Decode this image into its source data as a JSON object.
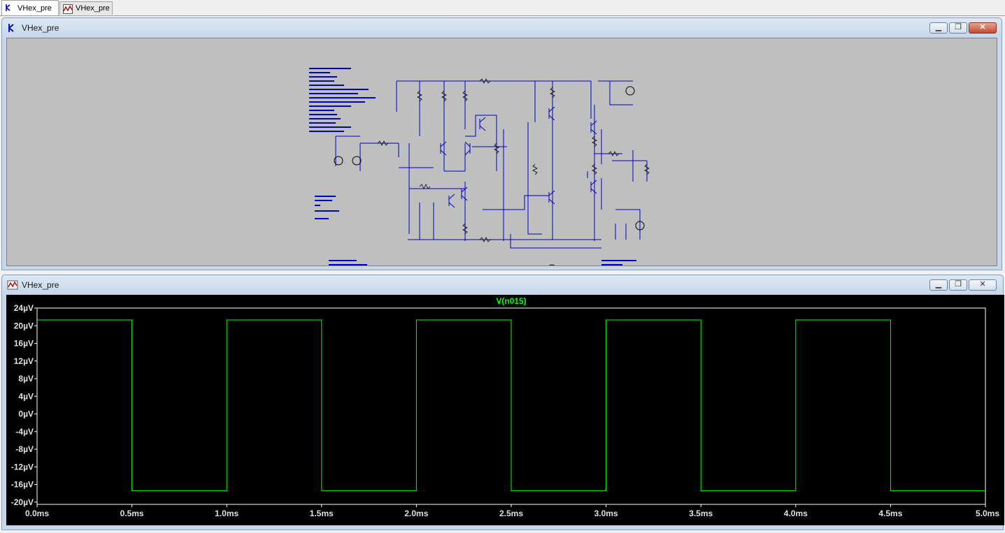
{
  "tabs": [
    {
      "label": "VHex_pre",
      "icon": "schematic-icon",
      "active": true
    },
    {
      "label": "VHex_pre",
      "icon": "waveform-icon",
      "active": false
    }
  ],
  "schematic_window": {
    "title": "VHex_pre",
    "icon": "schematic-icon"
  },
  "plot_window": {
    "title": "VHex_pre",
    "icon": "waveform-icon"
  },
  "window_buttons": {
    "minimize": "▁",
    "restore": "❐",
    "close": "✕"
  },
  "colors": {
    "schematic_bg": "#bfbfbf",
    "wire": "#0000c8",
    "plot_bg": "#000000",
    "trace": "#00ff00",
    "plot_frame": "#ffffff"
  },
  "chart_data": {
    "type": "line",
    "title": "V(n015)",
    "xlabel": "",
    "ylabel": "",
    "x_ticks": [
      "0.0ms",
      "0.5ms",
      "1.0ms",
      "1.5ms",
      "2.0ms",
      "2.5ms",
      "3.0ms",
      "3.5ms",
      "4.0ms",
      "4.5ms",
      "5.0ms"
    ],
    "y_ticks": [
      "24µV",
      "20µV",
      "16µV",
      "12µV",
      "8µV",
      "4µV",
      "0µV",
      "-4µV",
      "-8µV",
      "-12µV",
      "-16µV",
      "-20µV"
    ],
    "xlim": [
      0,
      5.0
    ],
    "ylim": [
      -20.5,
      24
    ],
    "series": [
      {
        "name": "V(n015)",
        "x": [
          0.0,
          0.5,
          0.5,
          1.0,
          1.0,
          1.5,
          1.5,
          2.0,
          2.0,
          2.5,
          2.5,
          3.0,
          3.0,
          3.5,
          3.5,
          4.0,
          4.0,
          4.5,
          4.5,
          5.0
        ],
        "y": [
          21.3,
          21.3,
          -17.4,
          -17.4,
          21.3,
          21.3,
          -17.4,
          -17.4,
          21.3,
          21.3,
          -17.4,
          -17.4,
          21.3,
          21.3,
          -17.4,
          -17.4,
          21.3,
          21.3,
          -17.4,
          -17.4
        ]
      }
    ]
  }
}
